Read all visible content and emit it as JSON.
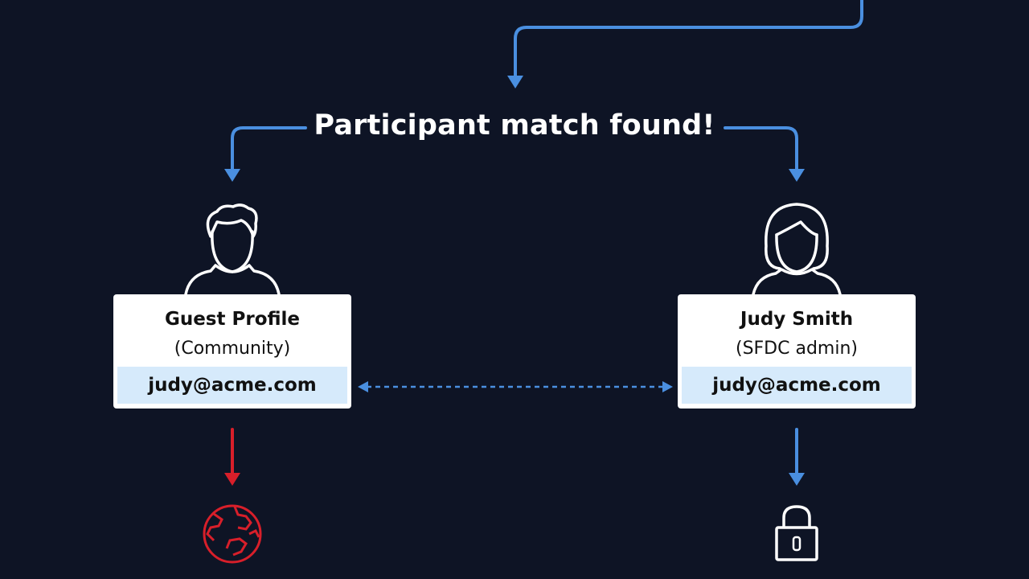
{
  "headline": "Participant match found!",
  "left_card": {
    "name": "Guest Profile",
    "role": "(Community)",
    "email": "judy@acme.com",
    "avatar_icon": "male-user-icon",
    "result_icon": "globe-icon"
  },
  "right_card": {
    "name": "Judy Smith",
    "role": "(SFDC admin)",
    "email": "judy@acme.com",
    "avatar_icon": "female-user-icon",
    "result_icon": "lock-icon"
  },
  "colors": {
    "background": "#0e1425",
    "arrow_blue": "#4a8fe0",
    "arrow_red": "#d81f2a",
    "card": "#ffffff",
    "email_bar": "#d6eafb"
  }
}
